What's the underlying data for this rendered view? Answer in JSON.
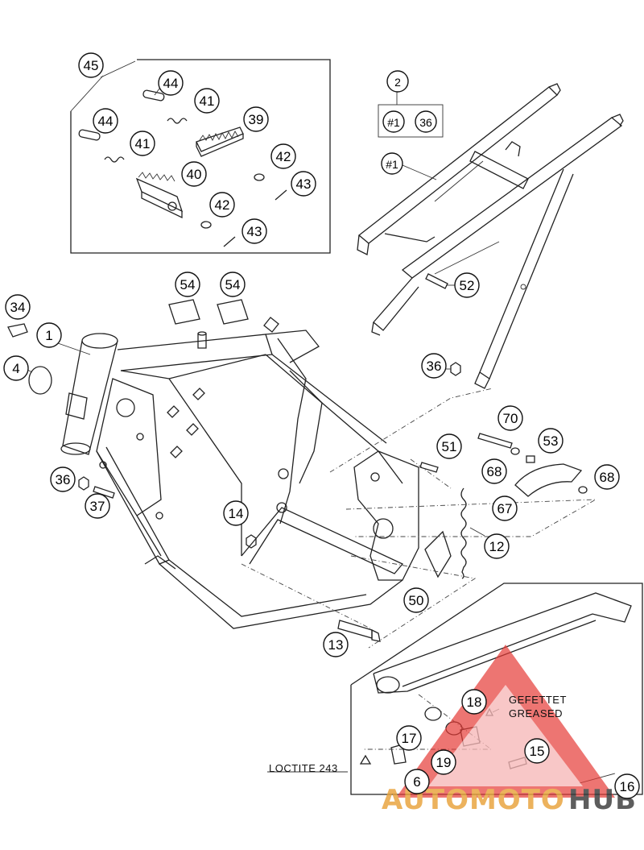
{
  "callouts": [
    {
      "id": "c45",
      "label": "45"
    },
    {
      "id": "c44a",
      "label": "44"
    },
    {
      "id": "c44b",
      "label": "44"
    },
    {
      "id": "c41a",
      "label": "41"
    },
    {
      "id": "c41b",
      "label": "41"
    },
    {
      "id": "c39",
      "label": "39"
    },
    {
      "id": "c42a",
      "label": "42"
    },
    {
      "id": "c42b",
      "label": "42"
    },
    {
      "id": "c43a",
      "label": "43"
    },
    {
      "id": "c43b",
      "label": "43"
    },
    {
      "id": "c40",
      "label": "40"
    },
    {
      "id": "c2",
      "label": "2"
    },
    {
      "id": "c1a",
      "label": "#1"
    },
    {
      "id": "c36a",
      "label": "36"
    },
    {
      "id": "c1b",
      "label": "#1"
    },
    {
      "id": "c52",
      "label": "52"
    },
    {
      "id": "c54a",
      "label": "54"
    },
    {
      "id": "c54b",
      "label": "54"
    },
    {
      "id": "c34",
      "label": "34"
    },
    {
      "id": "c1",
      "label": "1"
    },
    {
      "id": "c4",
      "label": "4"
    },
    {
      "id": "c36b",
      "label": "36"
    },
    {
      "id": "c70",
      "label": "70"
    },
    {
      "id": "c51",
      "label": "51"
    },
    {
      "id": "c53",
      "label": "53"
    },
    {
      "id": "c68a",
      "label": "68"
    },
    {
      "id": "c68b",
      "label": "68"
    },
    {
      "id": "c36c",
      "label": "36"
    },
    {
      "id": "c37",
      "label": "37"
    },
    {
      "id": "c67",
      "label": "67"
    },
    {
      "id": "c14",
      "label": "14"
    },
    {
      "id": "c12",
      "label": "12"
    },
    {
      "id": "c50",
      "label": "50"
    },
    {
      "id": "c13",
      "label": "13"
    },
    {
      "id": "c18",
      "label": "18"
    },
    {
      "id": "c17",
      "label": "17"
    },
    {
      "id": "c15",
      "label": "15"
    },
    {
      "id": "c19",
      "label": "19"
    },
    {
      "id": "c6",
      "label": "6"
    },
    {
      "id": "c16",
      "label": "16"
    }
  ],
  "notes": {
    "greased_de": "GEFETTET",
    "greased_en": "GREASED",
    "loctite": "LOCTITE 243"
  },
  "watermark": {
    "part1": "AUTOMOTO",
    "part2": "HUB",
    "color_primary": "#e8a23a",
    "color_secondary": "#3a3a3a",
    "triangle_color": "#e53935"
  }
}
